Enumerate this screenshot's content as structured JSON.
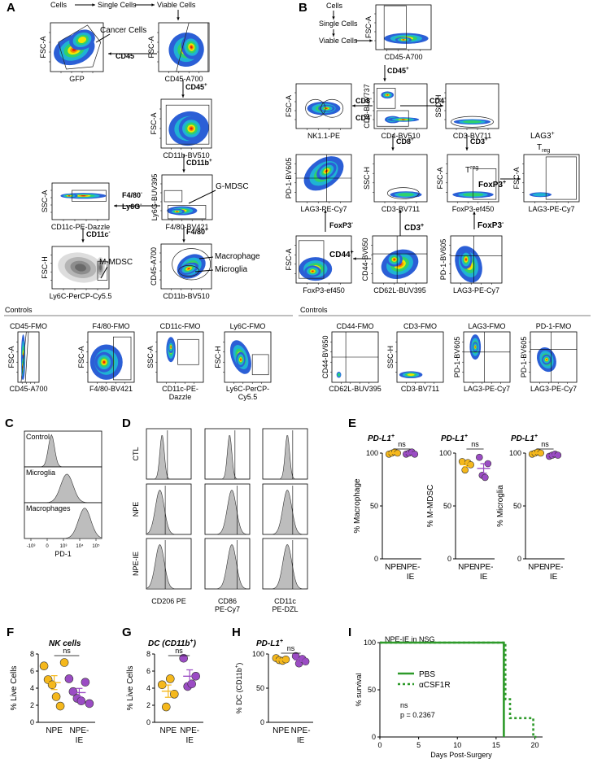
{
  "colors": {
    "orange": "#f5b81c",
    "purple": "#9b4cc4",
    "green": "#2e9a2a",
    "red": "#e0201b",
    "gray": "#b8b8b8"
  },
  "panelA": {
    "letter": "A",
    "gating": [
      "Cells",
      "Single Cells",
      "Viable Cells"
    ],
    "p1": {
      "ylabel": "FSC-A",
      "xlabel": "GFP",
      "label": "Cancer Cells"
    },
    "p2": {
      "ylabel": "FSC-A",
      "xlabel": "CD45-A700"
    },
    "p3": {
      "ylabel": "FSC-A",
      "xlabel": "CD11b-BV510"
    },
    "p4": {
      "ylabel": "Ly6G-BUV395",
      "xlabel": "F4/80-BV421",
      "label": "G-MDSC"
    },
    "p5": {
      "ylabel": "CD45-A700",
      "xlabel": "CD11b-BV510",
      "label1": "Macrophage",
      "label2": "Microglia"
    },
    "p6": {
      "ylabel": "SSC-A",
      "xlabel": "CD11c-PE-Dazzle"
    },
    "p7": {
      "ylabel": "FSC-H",
      "xlabel": "Ly6C-PerCP-Cy5.5",
      "label": "M-MDSC"
    },
    "gates": [
      "CD45",
      "-",
      "CD45",
      "+",
      "CD11b",
      "+",
      "F4/80",
      "-",
      "Ly6G",
      "-",
      "F4/80",
      "+",
      "CD11c",
      "-"
    ]
  },
  "panelB": {
    "letter": "B",
    "gating": [
      "Cells",
      "Single Cells",
      "Viable Cells"
    ],
    "top": {
      "ylabel": "FSC-A",
      "xlabel": "CD45-A700"
    },
    "cd45": [
      "CD45",
      "+"
    ],
    "nk": {
      "ylabel": "FSC-A",
      "xlabel": "NK1.1-PE"
    },
    "cd8cd4": {
      "ylabel": "CD8-BUV737",
      "xlabel": "CD4-BV510"
    },
    "cd3a": {
      "ylabel": "SSC-H",
      "xlabel": "CD3-BV711"
    },
    "pd1a": {
      "ylabel": "PD-1-BV605",
      "xlabel": "LAG3-PE-Cy7"
    },
    "cd3b": {
      "ylabel": "SSC-H",
      "xlabel": "CD3-BV711"
    },
    "foxp3a": {
      "ylabel": "FSC-A",
      "xlabel": "FoxP3-ef450",
      "label": "T",
      "sub": "reg"
    },
    "lag3": {
      "ylabel": "FSC-A",
      "xlabel": "LAG3-PE-Cy7",
      "label1": "LAG3",
      "sup": "+",
      "label2": "T",
      "sub": "reg"
    },
    "foxp3b": {
      "ylabel": "FSC-A",
      "xlabel": "FoxP3-ef450"
    },
    "cd44": {
      "ylabel": "CD44-BV650",
      "xlabel": "CD62L-BUV395"
    },
    "pd1b": {
      "ylabel": "PD-1-BV605",
      "xlabel": "LAG3-PE-Cy7"
    },
    "gates": {
      "cd8m": "CD8",
      "cd4m": "CD4",
      "cd4p": "CD4",
      "cd8p": "CD8",
      "cd3p1": "CD3",
      "foxp3p": "FoxP3",
      "foxp3m1": "FoxP3",
      "cd3p2": "CD3",
      "cd44p": "CD44",
      "foxp3m2": "FoxP3",
      "plus": "+",
      "minus": "-"
    }
  },
  "controls": {
    "titleA": "Controls",
    "titleB": "Controls",
    "items": [
      {
        "title": "CD45-FMO",
        "ylabel": "FSC-A",
        "xlabel": "CD45-A700"
      },
      {
        "title": "F4/80-FMO",
        "ylabel": "FSC-A",
        "xlabel": "F4/80-BV421"
      },
      {
        "title": "CD11c-FMO",
        "ylabel": "SSC-A",
        "xlabel": "CD11c-PE-",
        "xlabel2": "Dazzle"
      },
      {
        "title": "Ly6C-FMO",
        "ylabel": "FSC-H",
        "xlabel": "Ly6C-PerCP-",
        "xlabel2": "Cy5.5"
      },
      {
        "title": "CD44-FMO",
        "ylabel": "CD44-BV650",
        "xlabel": "CD62L-BUV395"
      },
      {
        "title": "CD3-FMO",
        "ylabel": "SSC-H",
        "xlabel": "CD3-BV711"
      },
      {
        "title": "LAG3-FMO",
        "ylabel": "PD-1-BV605",
        "xlabel": "LAG3-PE-Cy7"
      },
      {
        "title": "PD-1-FMO",
        "ylabel": "PD-1-BV605",
        "xlabel": "LAG3-PE-Cy7"
      }
    ]
  },
  "panelC": {
    "letter": "C",
    "rows": [
      "Control",
      "Microglia",
      "Macrophages"
    ],
    "xlabel": "PD-1",
    "ticks": [
      "-10³",
      "0",
      "10³",
      "10⁴",
      "10⁵"
    ]
  },
  "panelD": {
    "letter": "D",
    "rows": [
      "CTL",
      "NPE",
      "NPE-IE"
    ],
    "cols": [
      {
        "l1": "CD206 PE",
        "l2": ""
      },
      {
        "l1": "CD86",
        "l2": "PE-Cy7"
      },
      {
        "l1": "CD11c",
        "l2": "PE-DZL"
      }
    ]
  },
  "panelE": {
    "letter": "E",
    "groups": [
      "NPE",
      "NPE-",
      "IE"
    ],
    "ns": "ns",
    "ticks": [
      "0",
      "50",
      "100"
    ],
    "plots": [
      {
        "title": "PD-L1",
        "sup": "+",
        "ylabel": "% Macrophage"
      },
      {
        "title": "PD-L1",
        "sup": "+",
        "ylabel": "% M-MDSC"
      },
      {
        "title": "PD-L1",
        "sup": "+",
        "ylabel": "% Microglia"
      }
    ]
  },
  "panelF": {
    "letter": "F",
    "title": "NK cells",
    "ylabel": "% Live Cells",
    "ns": "ns",
    "ticks": [
      "0",
      "2",
      "4",
      "6",
      "8"
    ],
    "groups": [
      "NPE",
      "NPE-",
      "IE"
    ]
  },
  "panelG": {
    "letter": "G",
    "title": "DC (CD11b",
    "titleSup": "+",
    "titleEnd": ")",
    "ylabel": "% Live Cells",
    "ns": "ns",
    "ticks": [
      "0",
      "2",
      "4",
      "6",
      "8"
    ],
    "groups": [
      "NPE",
      "NPE-",
      "IE"
    ]
  },
  "panelH": {
    "letter": "H",
    "title": "PD-L1",
    "sup": "+",
    "ylabel": "% DC (CD11b",
    "ylabelSup": "+",
    "ylabelEnd": ")",
    "ns": "ns",
    "ticks": [
      "0",
      "50",
      "100"
    ],
    "groups": [
      "NPE",
      "NPE-",
      "IE"
    ]
  },
  "panelI": {
    "letter": "I",
    "title": "NPE-IE in NSG",
    "ylabel": "% survival",
    "xlabel": "Days Post-Surgery",
    "legend": [
      "PBS",
      "αCSF1R"
    ],
    "ns": "ns",
    "p": "p = 0.2367",
    "xticks": [
      "0",
      "5",
      "10",
      "15",
      "20"
    ],
    "yticks": [
      "0",
      "50",
      "100"
    ]
  },
  "chart_data": [
    {
      "type": "scatter",
      "title": "PD-L1+",
      "ylabel": "% Macrophage",
      "categories": [
        "NPE",
        "NPE-IE"
      ],
      "ylim": [
        0,
        100
      ],
      "series": [
        {
          "name": "NPE",
          "values": [
            99,
            100,
            101,
            100
          ]
        },
        {
          "name": "NPE-IE",
          "values": [
            99,
            100,
            101,
            99
          ]
        }
      ]
    },
    {
      "type": "scatter",
      "title": "PD-L1+",
      "ylabel": "% M-MDSC",
      "categories": [
        "NPE",
        "NPE-IE"
      ],
      "ylim": [
        0,
        100
      ],
      "series": [
        {
          "name": "NPE",
          "values": [
            92,
            84,
            91,
            89
          ]
        },
        {
          "name": "NPE-IE",
          "values": [
            96,
            79,
            77,
            90
          ]
        }
      ]
    },
    {
      "type": "scatter",
      "title": "PD-L1+",
      "ylabel": "% Microglia",
      "categories": [
        "NPE",
        "NPE-IE"
      ],
      "ylim": [
        0,
        100
      ],
      "series": [
        {
          "name": "NPE",
          "values": [
            99,
            100,
            101,
            100
          ]
        },
        {
          "name": "NPE-IE",
          "values": [
            97,
            98,
            99,
            98
          ]
        }
      ]
    },
    {
      "type": "scatter",
      "title": "NK cells",
      "ylabel": "% Live Cells",
      "categories": [
        "NPE",
        "NPE-IE"
      ],
      "ylim": [
        0,
        8
      ],
      "series": [
        {
          "name": "NPE",
          "values": [
            6.6,
            5.0,
            4.4,
            3.0,
            1.9,
            7.0
          ]
        },
        {
          "name": "NPE-IE",
          "values": [
            5.1,
            3.6,
            2.8,
            2.5,
            4.7,
            2.2
          ]
        }
      ]
    },
    {
      "type": "scatter",
      "title": "DC (CD11b+)",
      "ylabel": "% Live Cells",
      "categories": [
        "NPE",
        "NPE-IE"
      ],
      "ylim": [
        0,
        8
      ],
      "series": [
        {
          "name": "NPE",
          "values": [
            4.4,
            1.8,
            5.1,
            3.3
          ]
        },
        {
          "name": "NPE-IE",
          "values": [
            7.5,
            4.2,
            4.5,
            5.4
          ]
        }
      ]
    },
    {
      "type": "scatter",
      "title": "PD-L1+",
      "ylabel": "% DC (CD11b+)",
      "categories": [
        "NPE",
        "NPE-IE"
      ],
      "ylim": [
        0,
        100
      ],
      "series": [
        {
          "name": "NPE",
          "values": [
            94,
            91,
            90,
            92
          ]
        },
        {
          "name": "NPE-IE",
          "values": [
            97,
            86,
            93,
            89
          ]
        }
      ]
    },
    {
      "type": "line",
      "title": "NPE-IE in NSG",
      "xlabel": "Days Post-Surgery",
      "ylabel": "% survival",
      "xlim": [
        0,
        21
      ],
      "ylim": [
        0,
        100
      ],
      "series": [
        {
          "name": "PBS",
          "x": [
            0,
            16,
            16,
            16
          ],
          "y": [
            100,
            100,
            0,
            0
          ]
        },
        {
          "name": "αCSF1R",
          "x": [
            0,
            16.2,
            16.2,
            16.8,
            16.8,
            17.4,
            17.4,
            19.8,
            19.8,
            20.2
          ],
          "y": [
            100,
            100,
            40,
            40,
            20,
            20,
            20,
            20,
            0,
            0
          ]
        }
      ]
    }
  ]
}
